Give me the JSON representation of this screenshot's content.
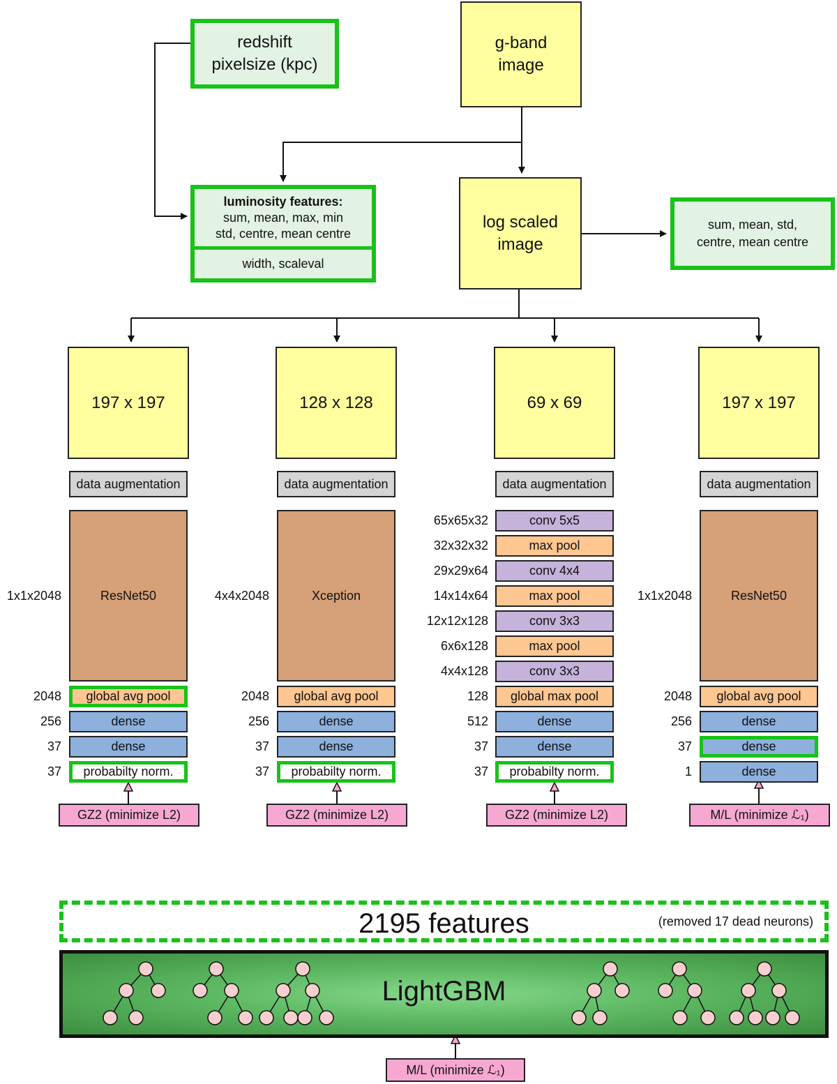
{
  "top": {
    "meta_box": {
      "line1": "redshift",
      "line2": "pixelsize (kpc)"
    },
    "gband_box": {
      "line1": "g-band",
      "line2": "image"
    },
    "luminosity_box": {
      "title": "luminosity features:",
      "line1": "sum, mean, max, min",
      "line2": "std, centre, mean centre",
      "line3": "width, scaleval"
    },
    "log_box": {
      "line1": "log scaled",
      "line2": "image"
    },
    "log_features_box": {
      "line1": "sum, mean, std,",
      "line2": "centre, mean centre"
    }
  },
  "columns": [
    {
      "input": "197 x 197",
      "augmentation": "data augmentation",
      "backbone": "ResNet50",
      "backbone_dim": "1x1x2048",
      "layers": [
        {
          "label": "global avg pool",
          "dim": "2048",
          "kind": "orange",
          "highlight": true
        },
        {
          "label": "dense",
          "dim": "256",
          "kind": "blue",
          "highlight": false
        },
        {
          "label": "dense",
          "dim": "37",
          "kind": "blue",
          "highlight": false
        },
        {
          "label": "probabilty norm.",
          "dim": "37",
          "kind": "white",
          "highlight": true
        }
      ],
      "target": "GZ2 (minimize L2)"
    },
    {
      "input": "128 x 128",
      "augmentation": "data augmentation",
      "backbone": "Xception",
      "backbone_dim": "4x4x2048",
      "layers": [
        {
          "label": "global avg pool",
          "dim": "2048",
          "kind": "orange",
          "highlight": false
        },
        {
          "label": "dense",
          "dim": "256",
          "kind": "blue",
          "highlight": false
        },
        {
          "label": "dense",
          "dim": "37",
          "kind": "blue",
          "highlight": false
        },
        {
          "label": "probabilty norm.",
          "dim": "37",
          "kind": "white",
          "highlight": true
        }
      ],
      "target": "GZ2 (minimize L2)"
    },
    {
      "input": "69 x 69",
      "augmentation": "data augmentation",
      "conv_layers": [
        {
          "label": "conv 5x5",
          "dim": "65x65x32",
          "kind": "purple"
        },
        {
          "label": "max pool",
          "dim": "32x32x32",
          "kind": "orange"
        },
        {
          "label": "conv 4x4",
          "dim": "29x29x64",
          "kind": "purple"
        },
        {
          "label": "max pool",
          "dim": "14x14x64",
          "kind": "orange"
        },
        {
          "label": "conv 3x3",
          "dim": "12x12x128",
          "kind": "purple"
        },
        {
          "label": "max pool",
          "dim": "6x6x128",
          "kind": "orange"
        },
        {
          "label": "conv 3x3",
          "dim": "4x4x128",
          "kind": "purple"
        }
      ],
      "layers": [
        {
          "label": "global max pool",
          "dim": "128",
          "kind": "orange",
          "highlight": false
        },
        {
          "label": "dense",
          "dim": "512",
          "kind": "blue",
          "highlight": false
        },
        {
          "label": "dense",
          "dim": "37",
          "kind": "blue",
          "highlight": false
        },
        {
          "label": "probabilty norm.",
          "dim": "37",
          "kind": "white",
          "highlight": true
        }
      ],
      "target": "GZ2 (minimize L2)"
    },
    {
      "input": "197 x 197",
      "augmentation": "data augmentation",
      "backbone": "ResNet50",
      "backbone_dim": "1x1x2048",
      "layers": [
        {
          "label": "global avg pool",
          "dim": "2048",
          "kind": "orange",
          "highlight": false
        },
        {
          "label": "dense",
          "dim": "256",
          "kind": "blue",
          "highlight": false
        },
        {
          "label": "dense",
          "dim": "37",
          "kind": "blue",
          "highlight": true
        },
        {
          "label": "dense",
          "dim": "1",
          "kind": "blue",
          "highlight": false
        }
      ],
      "target": "M/L (minimize ℒ₁)"
    }
  ],
  "bottom": {
    "features_title": "2195 features",
    "features_note": "(removed 17 dead neurons)",
    "model": "LightGBM",
    "target": "M/L (minimize ℒ₁)"
  },
  "colors": {
    "highlight": "#19c219",
    "yellow": "#ffff9f",
    "brown": "#d6a079",
    "orange": "#fec691",
    "blue": "#8eb0dd",
    "purple": "#c5b3db",
    "pink": "#f7a8d2",
    "tree_node": "#f7cfcf"
  }
}
